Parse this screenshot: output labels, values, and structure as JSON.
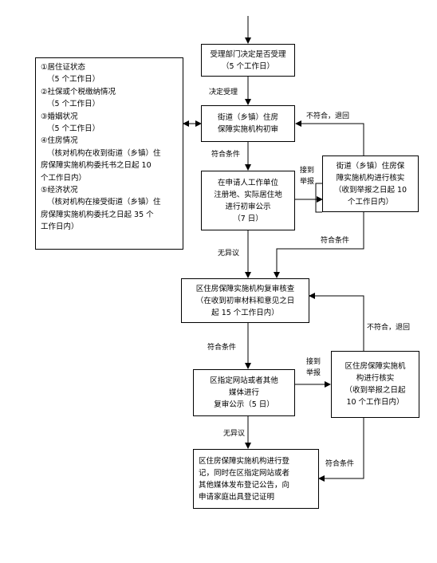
{
  "boxes": {
    "accept": [
      "受理部门决定是否受理",
      "（5 个工作日）"
    ],
    "street_review": [
      "街道（乡镇）住房",
      "保障实施机构初审"
    ],
    "publicity1": [
      "在申请人工作单位",
      "注册地、实际居住地",
      "进行初审公示",
      "（7 日）"
    ],
    "verify1": [
      "街道（乡镇）住房保",
      "障实施机构进行核实",
      "（收到举报之日起 10",
      "个工作日内）"
    ],
    "district_review": [
      "区住房保障实施机构复审核查",
      "（在收到初审材料和意见之日",
      "起 15 个工作日内）"
    ],
    "publicity2": [
      "区指定网站或者其他",
      "媒体进行",
      "复审公示（5 日）"
    ],
    "verify2": [
      "区住房保障实施机",
      "构进行核实",
      "（收到举报之日起",
      "10 个工作日内）"
    ],
    "register": [
      "区住房保障实施机构进行登",
      "记，同时在区指定网站或者",
      "其他媒体发布登记公告，向",
      "申请家庭出具登记证明"
    ],
    "checklist": [
      "①居住证状态",
      "（5 个工作日）",
      "②社保或个税缴纳情况",
      "（5 个工作日）",
      "③婚姻状况",
      "（5 个工作日）",
      "④住房情况",
      "（核对机构在收到街道（乡镇）住",
      "房保障实施机构委托书之日起 10",
      "个工作日内）",
      "⑤经济状况",
      "（核对机构在接受街道（乡镇）住",
      "房保障实施机构委托之日起 35 个",
      "工作日内）"
    ]
  },
  "labels": {
    "decide_accept": "决定受理",
    "meets1": "符合条件",
    "report1": [
      "接到",
      "举报"
    ],
    "not_meet1": "不符合，退回",
    "meets_right1": "符合条件",
    "no_objection1": "无异议",
    "meets2": "符合条件",
    "report2": [
      "接到",
      "举报"
    ],
    "not_meet2": "不符合，退回",
    "no_objection2": "无异议",
    "meets_right2": "符合条件"
  }
}
